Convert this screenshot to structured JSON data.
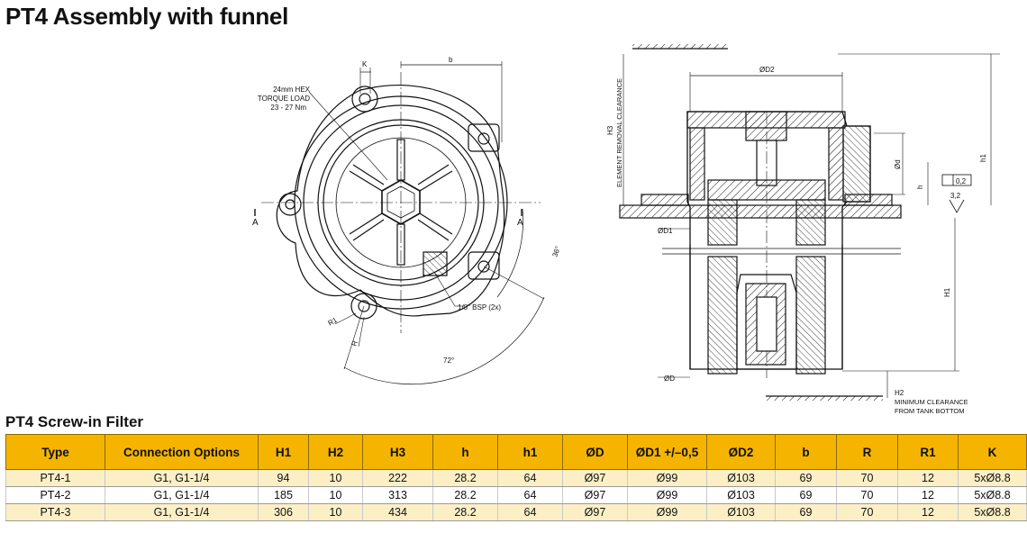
{
  "title": "PT4 Assembly with funnel",
  "annotations": {
    "hex_line1": "24mm HEX",
    "hex_line2": "TORQUE LOAD",
    "hex_line3": "23 - 27 Nm",
    "dim_k": "K",
    "dim_b": "b",
    "section_a": "A",
    "angle_36": "36°",
    "angle_72": "72°",
    "bsp": "1/8\" BSP  (2x)",
    "dim_r1": "R1",
    "dim_r": "R",
    "dim_od2": "ØD2",
    "dim_h3": "H3",
    "element_removal": "ELEMENT REMOVAL CLEARANCE",
    "dim_od1": "ØD1",
    "dim_od": "ØD",
    "dim_odd": "Ød",
    "dim_h_small": "h",
    "dim_h1_small": "h1",
    "dim_h1": "H1",
    "dim_h2": "H2",
    "min_clear1": "MINIMUM CLEARANCE",
    "min_clear2": "FROM TANK BOTTOM",
    "flatness": "0,2",
    "roughness": "3,2"
  },
  "table": {
    "title": "PT4 Screw-in Filter",
    "headers": [
      "Type",
      "Connection Options",
      "H1",
      "H2",
      "H3",
      "h",
      "h1",
      "ØD",
      "ØD1 +/–0,5",
      "ØD2",
      "b",
      "R",
      "R1",
      "K"
    ],
    "rows": [
      [
        "PT4-1",
        "G1, G1-1/4",
        "94",
        "10",
        "222",
        "28.2",
        "64",
        "Ø97",
        "Ø99",
        "Ø103",
        "69",
        "70",
        "12",
        "5xØ8.8"
      ],
      [
        "PT4-2",
        "G1, G1-1/4",
        "185",
        "10",
        "313",
        "28.2",
        "64",
        "Ø97",
        "Ø99",
        "Ø103",
        "69",
        "70",
        "12",
        "5xØ8.8"
      ],
      [
        "PT4-3",
        "G1, G1-1/4",
        "306",
        "10",
        "434",
        "28.2",
        "64",
        "Ø97",
        "Ø99",
        "Ø103",
        "69",
        "70",
        "12",
        "5xØ8.8"
      ]
    ]
  },
  "colors": {
    "header": "#f5b400",
    "row_alt": "#fcefc6"
  }
}
